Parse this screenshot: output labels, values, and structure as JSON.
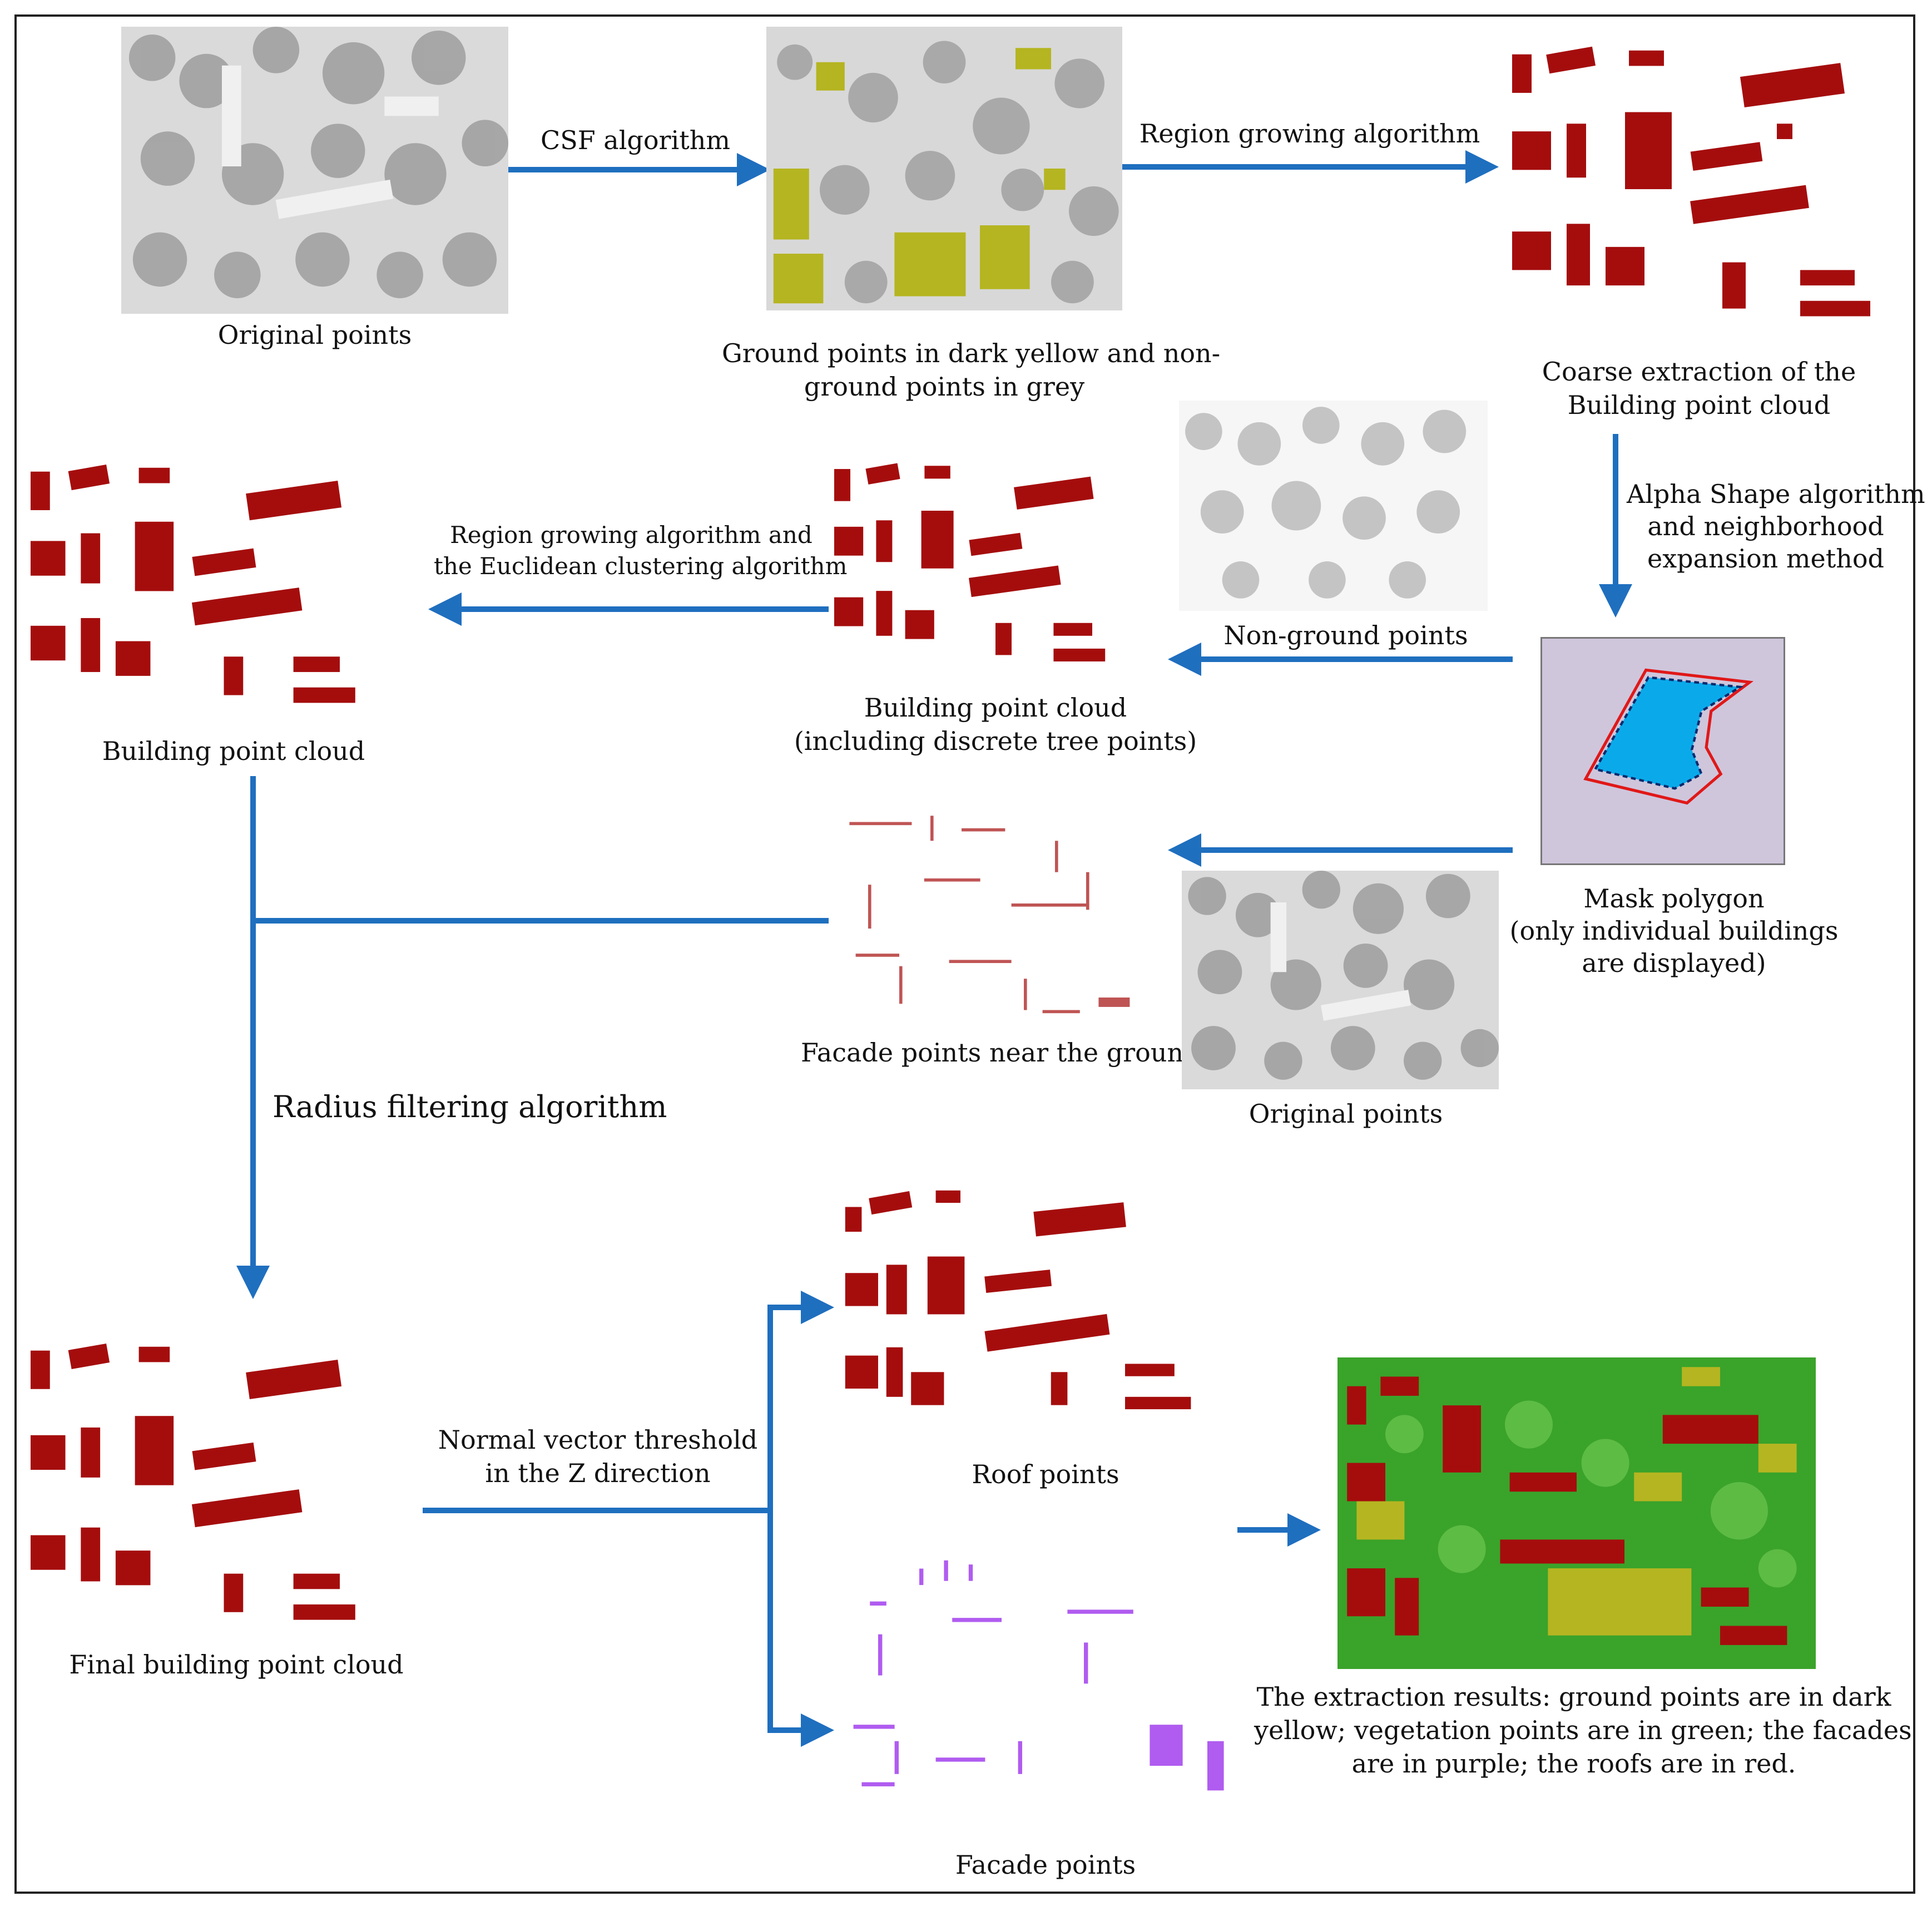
{
  "colors": {
    "arrow": "#1f6fbf",
    "building_red": "#a50d0d",
    "ground_yellow": "#b5b521",
    "vegetation_green": "#3aa32a",
    "facade_purple": "#b05cf0",
    "mask_bg": "#cfc6dc",
    "mask_fill": "#0aaaea",
    "mask_outline": "#e01818"
  },
  "panels": {
    "original_top": {
      "caption": "Original points"
    },
    "ground_split": {
      "caption_l1": "Ground points in dark yellow and non-",
      "caption_l2": "ground points in grey"
    },
    "coarse": {
      "caption_l1": "Coarse extraction of the",
      "caption_l2": "Building point cloud"
    },
    "non_ground": {
      "caption": "Non-ground points"
    },
    "building_discrete": {
      "caption_l1": "Building point cloud",
      "caption_l2": "(including discrete tree points)"
    },
    "building_left": {
      "caption": "Building point cloud"
    },
    "mask": {
      "caption_l1": "Mask polygon",
      "caption_l2": "(only individual buildings",
      "caption_l3": "are displayed)"
    },
    "facade_near": {
      "caption": "Facade points near the ground"
    },
    "original_mid": {
      "caption": "Original points"
    },
    "final_building": {
      "caption": "Final building point cloud"
    },
    "roof": {
      "caption": "Roof points"
    },
    "facade": {
      "caption": "Facade points"
    },
    "result": {
      "caption_l1": "The extraction results: ground points are in dark",
      "caption_l2": "yellow; vegetation points are  in green; the facades",
      "caption_l3": "are in purple; the roofs are in red."
    }
  },
  "arrows": {
    "csf": "CSF algorithm",
    "region_growing": "Region growing algorithm",
    "alpha_l1": "Alpha Shape algorithm",
    "alpha_l2": "and neighborhood",
    "alpha_l3": "expansion method",
    "rg_ec_l1": "Region growing algorithm and",
    "rg_ec_l2": "the Euclidean clustering algorithm",
    "radius": "Radius filtering algorithm",
    "normal_l1": "Normal vector threshold",
    "normal_l2": "in the Z direction"
  }
}
